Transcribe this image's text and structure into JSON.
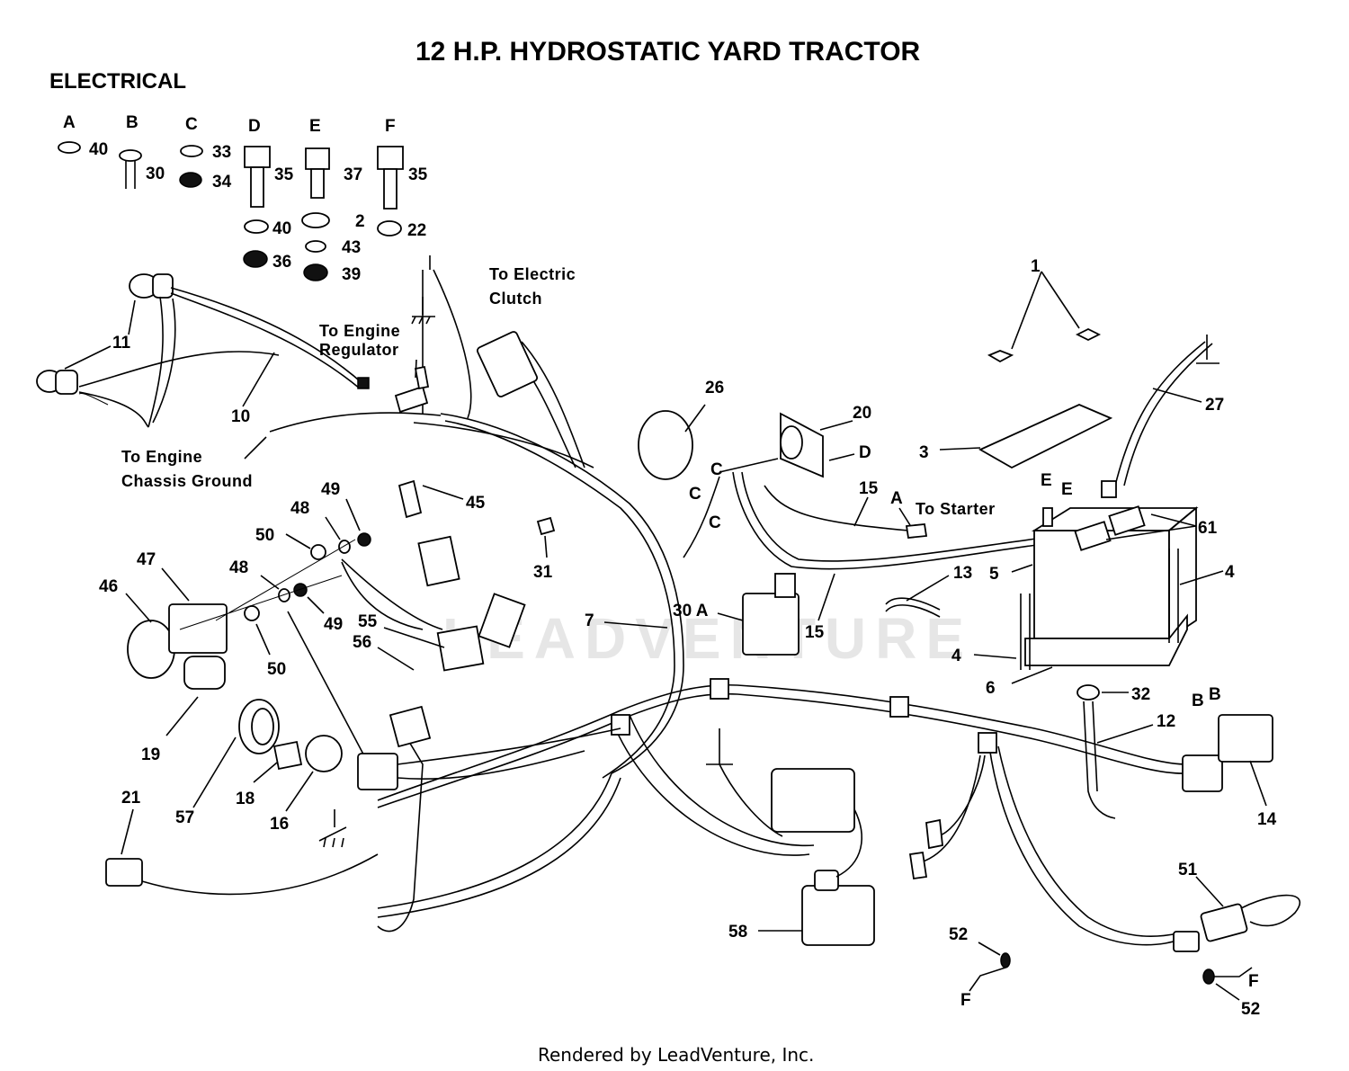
{
  "title": "12 H.P. HYDROSTATIC YARD TRACTOR",
  "section": "ELECTRICAL",
  "credit": "Rendered by LeadVenture, Inc.",
  "watermark": "LEADVENTURE",
  "hardware_groups": [
    {
      "letter": "A",
      "parts": [
        "40"
      ]
    },
    {
      "letter": "B",
      "parts": [
        "30"
      ]
    },
    {
      "letter": "C",
      "parts": [
        "33",
        "34"
      ]
    },
    {
      "letter": "D",
      "parts": [
        "35",
        "40",
        "36"
      ]
    },
    {
      "letter": "E",
      "parts": [
        "37",
        "2",
        "43",
        "39"
      ]
    },
    {
      "letter": "F",
      "parts": [
        "35",
        "22"
      ]
    }
  ],
  "notes": {
    "electric_clutch_1": "To  Electric",
    "electric_clutch_2": "Clutch",
    "engine_regulator_1": "To Engine",
    "engine_regulator_2": "Regulator",
    "chassis_ground_1": "To Engine",
    "chassis_ground_2": "Chassis Ground",
    "starter": "To Starter"
  },
  "callouts": {
    "c1": "1",
    "c3": "3",
    "c4a": "4",
    "c4b": "4",
    "c5": "5",
    "c6": "6",
    "c7": "7",
    "c10": "10",
    "c11": "11",
    "c12": "12",
    "c13": "13",
    "c14": "14",
    "c15a": "15",
    "c15b": "15",
    "c16": "16",
    "c18": "18",
    "c19": "19",
    "c20": "20",
    "c21": "21",
    "c26": "26",
    "c27": "27",
    "c30a": "30 A",
    "c31": "31",
    "c32": "32",
    "c45": "45",
    "c46": "46",
    "c47": "47",
    "c48a": "48",
    "c48b": "48",
    "c49a": "49",
    "c49b": "49",
    "c50a": "50",
    "c50b": "50",
    "c51": "51",
    "c52a": "52",
    "c52b": "52",
    "c55": "55",
    "c56": "56",
    "c57": "57",
    "c58": "58",
    "c61": "61"
  },
  "letter_tags": {
    "a_starter": "A",
    "bb1": "B",
    "bb2": "B",
    "c_top": "C",
    "c_mid": "C",
    "c_low": "C",
    "d_sol": "D",
    "e_bat1": "E",
    "e_bat2": "E",
    "f_left": "F",
    "f_right": "F"
  }
}
